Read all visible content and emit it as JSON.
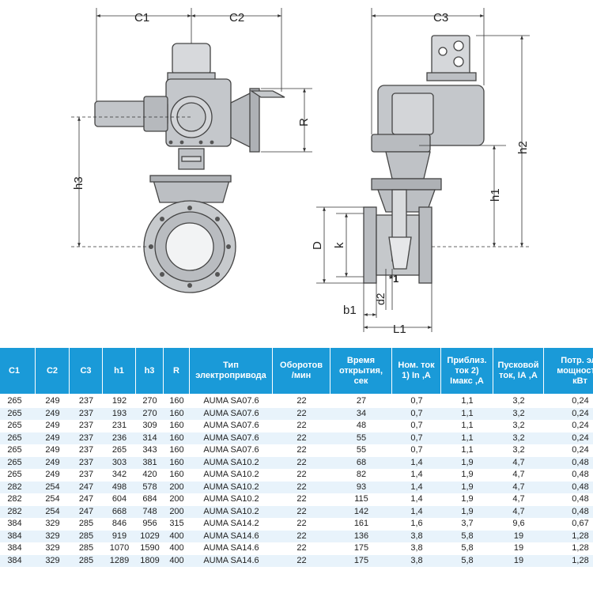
{
  "drawing": {
    "labels": {
      "c1": "C1",
      "c2": "C2",
      "c3": "C3",
      "r": "R",
      "h1": "h1",
      "h2": "h2",
      "h3": "h3",
      "d": "D",
      "k": "k",
      "d2": "d2",
      "b1": "b1",
      "l1": "L1",
      "note": "*1"
    }
  },
  "table": {
    "headers": [
      "C1",
      "C2",
      "C3",
      "h1",
      "h3",
      "R",
      "Тип\nэлектропривода",
      "Оборотов\n/мин",
      "Время\nоткрытия,\nсек",
      "Ном. ток\n1) In ,А",
      "Приблиз.\nток 2)\nIмакс ,А",
      "Пусковой\nток, IА ,А",
      "Потр. эл.\nмощность,\nкВт"
    ],
    "rows": [
      [
        "265",
        "249",
        "237",
        "192",
        "270",
        "160",
        "AUMA SA07.6",
        "22",
        "27",
        "0,7",
        "1,1",
        "3,2",
        "0,24"
      ],
      [
        "265",
        "249",
        "237",
        "193",
        "270",
        "160",
        "AUMA SA07.6",
        "22",
        "34",
        "0,7",
        "1,1",
        "3,2",
        "0,24"
      ],
      [
        "265",
        "249",
        "237",
        "231",
        "309",
        "160",
        "AUMA SA07.6",
        "22",
        "48",
        "0,7",
        "1,1",
        "3,2",
        "0,24"
      ],
      [
        "265",
        "249",
        "237",
        "236",
        "314",
        "160",
        "AUMA SA07.6",
        "22",
        "55",
        "0,7",
        "1,1",
        "3,2",
        "0,24"
      ],
      [
        "265",
        "249",
        "237",
        "265",
        "343",
        "160",
        "AUMA SA07.6",
        "22",
        "55",
        "0,7",
        "1,1",
        "3,2",
        "0,24"
      ],
      [
        "265",
        "249",
        "237",
        "303",
        "381",
        "160",
        "AUMA SA10.2",
        "22",
        "68",
        "1,4",
        "1,9",
        "4,7",
        "0,48"
      ],
      [
        "265",
        "249",
        "237",
        "342",
        "420",
        "160",
        "AUMA SA10.2",
        "22",
        "82",
        "1,4",
        "1,9",
        "4,7",
        "0,48"
      ],
      [
        "282",
        "254",
        "247",
        "498",
        "578",
        "200",
        "AUMA SA10.2",
        "22",
        "93",
        "1,4",
        "1,9",
        "4,7",
        "0,48"
      ],
      [
        "282",
        "254",
        "247",
        "604",
        "684",
        "200",
        "AUMA SA10.2",
        "22",
        "115",
        "1,4",
        "1,9",
        "4,7",
        "0,48"
      ],
      [
        "282",
        "254",
        "247",
        "668",
        "748",
        "200",
        "AUMA SA10.2",
        "22",
        "142",
        "1,4",
        "1,9",
        "4,7",
        "0,48"
      ],
      [
        "384",
        "329",
        "285",
        "846",
        "956",
        "315",
        "AUMA SA14.2",
        "22",
        "161",
        "1,6",
        "3,7",
        "9,6",
        "0,67"
      ],
      [
        "384",
        "329",
        "285",
        "919",
        "1029",
        "400",
        "AUMA SA14.6",
        "22",
        "136",
        "3,8",
        "5,8",
        "19",
        "1,28"
      ],
      [
        "384",
        "329",
        "285",
        "1070",
        "1590",
        "400",
        "AUMA SA14.6",
        "22",
        "175",
        "3,8",
        "5,8",
        "19",
        "1,28"
      ],
      [
        "384",
        "329",
        "285",
        "1289",
        "1809",
        "400",
        "AUMA SA14.6",
        "22",
        "175",
        "3,8",
        "5,8",
        "19",
        "1,28"
      ]
    ]
  }
}
